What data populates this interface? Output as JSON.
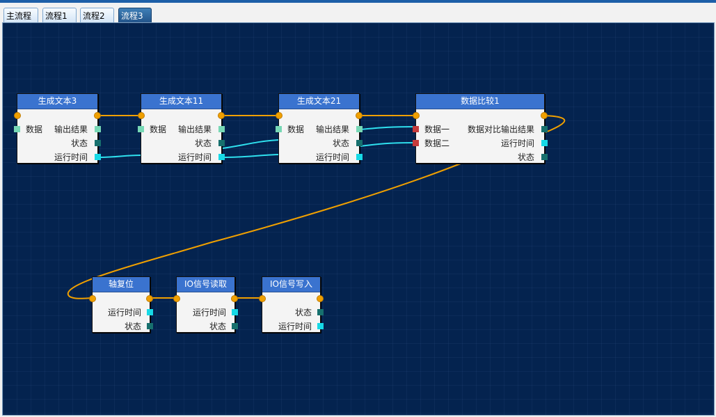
{
  "tabs": [
    {
      "label": "主流程",
      "active": false
    },
    {
      "label": "流程1",
      "active": false
    },
    {
      "label": "流程2",
      "active": false
    },
    {
      "label": "流程3",
      "active": true
    }
  ],
  "colors": {
    "canvas_bg": "#04234f",
    "node_header": "#3a73cf",
    "flow_wire": "#f0a000",
    "data_wire": "#2fe0ee",
    "port_teal": "#17706e",
    "port_cyan": "#17d9e6",
    "port_mint": "#77d8b5",
    "port_red": "#c63b3b"
  },
  "nodes": [
    {
      "title": "生成文本3",
      "inputs": [
        "数据"
      ],
      "outputs": [
        "输出结果",
        "状态",
        "运行时间"
      ]
    },
    {
      "title": "生成文本11",
      "inputs": [
        "数据"
      ],
      "outputs": [
        "输出结果",
        "状态",
        "运行时间"
      ]
    },
    {
      "title": "生成文本21",
      "inputs": [
        "数据"
      ],
      "outputs": [
        "输出结果",
        "状态",
        "运行时间"
      ]
    },
    {
      "title": "数据比较1",
      "inputs": [
        "数据一",
        "数据二"
      ],
      "outputs": [
        "数据对比输出结果",
        "运行时间",
        "状态"
      ]
    },
    {
      "title": "轴复位",
      "inputs": [],
      "outputs": [
        "运行时间",
        "状态"
      ]
    },
    {
      "title": "IO信号读取",
      "inputs": [],
      "outputs": [
        "运行时间",
        "状态"
      ]
    },
    {
      "title": "IO信号写入",
      "inputs": [],
      "outputs": [
        "状态",
        "运行时间"
      ]
    }
  ]
}
